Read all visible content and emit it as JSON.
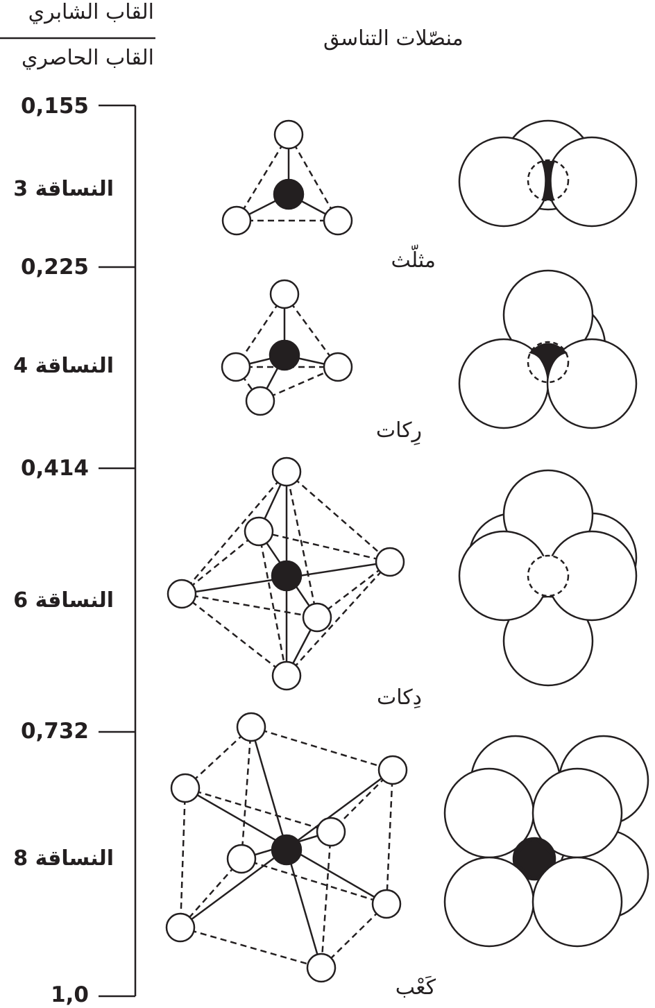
{
  "header": {
    "ratio_numerator": "القاب الشابري",
    "ratio_denominator": "القاب الحاصري",
    "column_title": "منصّلات التناسق"
  },
  "scale": {
    "ticks": [
      "0,155",
      "0,225",
      "0,414",
      "0,732",
      "1,0"
    ]
  },
  "coordinations": [
    {
      "label": "النساقة 3",
      "polyhedron": "مثلّث"
    },
    {
      "label": "النساقة 4",
      "polyhedron": "رِكات"
    },
    {
      "label": "النساقة 6",
      "polyhedron": "دِكات"
    },
    {
      "label": "النساقة 8",
      "polyhedron": "كَعْب"
    }
  ],
  "colors": {
    "ink": "#231f20",
    "background": "#ffffff"
  }
}
